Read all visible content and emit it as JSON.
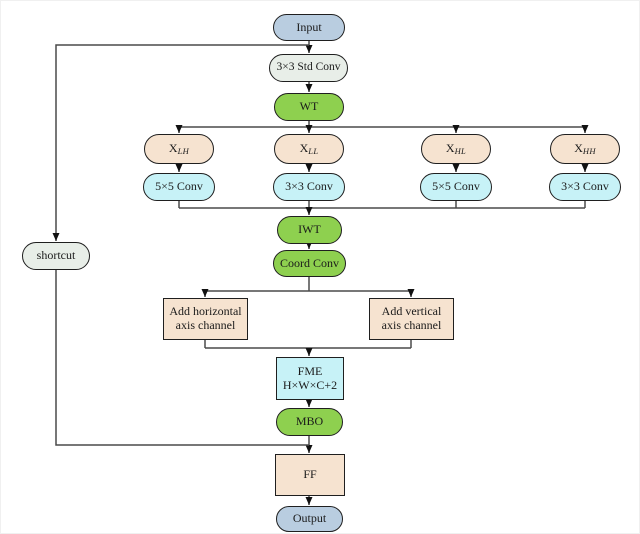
{
  "diagram": {
    "type": "flowchart",
    "palette": {
      "node_blue": "#b9cde0",
      "node_gray": "#e8eee8",
      "node_green": "#8ed04f",
      "node_peach": "#f6e3d0",
      "node_cyan": "#c7f2f7",
      "line": "#4a4a4a",
      "border": "#1f1f1f"
    },
    "nodes": {
      "input": {
        "label": "Input"
      },
      "std_conv": {
        "label": "3×3 Std Conv"
      },
      "wt": {
        "label": "WT"
      },
      "x_lh": {
        "base": "X",
        "sub": "LH"
      },
      "x_ll": {
        "base": "X",
        "sub": "LL"
      },
      "x_hl": {
        "base": "X",
        "sub": "HL"
      },
      "x_hh": {
        "base": "X",
        "sub": "HH"
      },
      "conv_lh": {
        "label": "5×5 Conv"
      },
      "conv_ll": {
        "label": "3×3 Conv"
      },
      "conv_hl": {
        "label": "5×5 Conv"
      },
      "conv_hh": {
        "label": "3×3 Conv"
      },
      "iwt": {
        "label": "IWT"
      },
      "coord_conv": {
        "label": "Coord Conv"
      },
      "add_horizontal": {
        "line1": "Add horizontal",
        "line2": "axis channel"
      },
      "add_vertical": {
        "line1": "Add vertical",
        "line2": "axis channel"
      },
      "fme": {
        "line1": "FME",
        "line2": "H×W×C+2"
      },
      "mbo": {
        "label": "MBO"
      },
      "ff": {
        "label": "FF"
      },
      "output": {
        "label": "Output"
      },
      "shortcut": {
        "label": "shortcut"
      }
    },
    "edges": [
      "Input -> 3×3 Std Conv",
      "Input -> shortcut",
      "3×3 Std Conv -> WT",
      "WT -> X_LH",
      "WT -> X_LL",
      "WT -> X_HL",
      "WT -> X_HH",
      "X_LH -> 5×5 Conv",
      "X_LL -> 3×3 Conv",
      "X_HL -> 5×5 Conv",
      "X_HH -> 3×3 Conv",
      "5×5 Conv + 3×3 Conv + 5×5 Conv + 3×3 Conv -> IWT",
      "IWT -> Coord Conv",
      "Coord Conv -> Add horizontal axis channel",
      "Coord Conv -> Add vertical axis channel",
      "Add horizontal axis channel + Add vertical axis channel -> FME",
      "FME -> MBO",
      "MBO -> FF",
      "shortcut -> FF",
      "FF -> Output"
    ]
  }
}
